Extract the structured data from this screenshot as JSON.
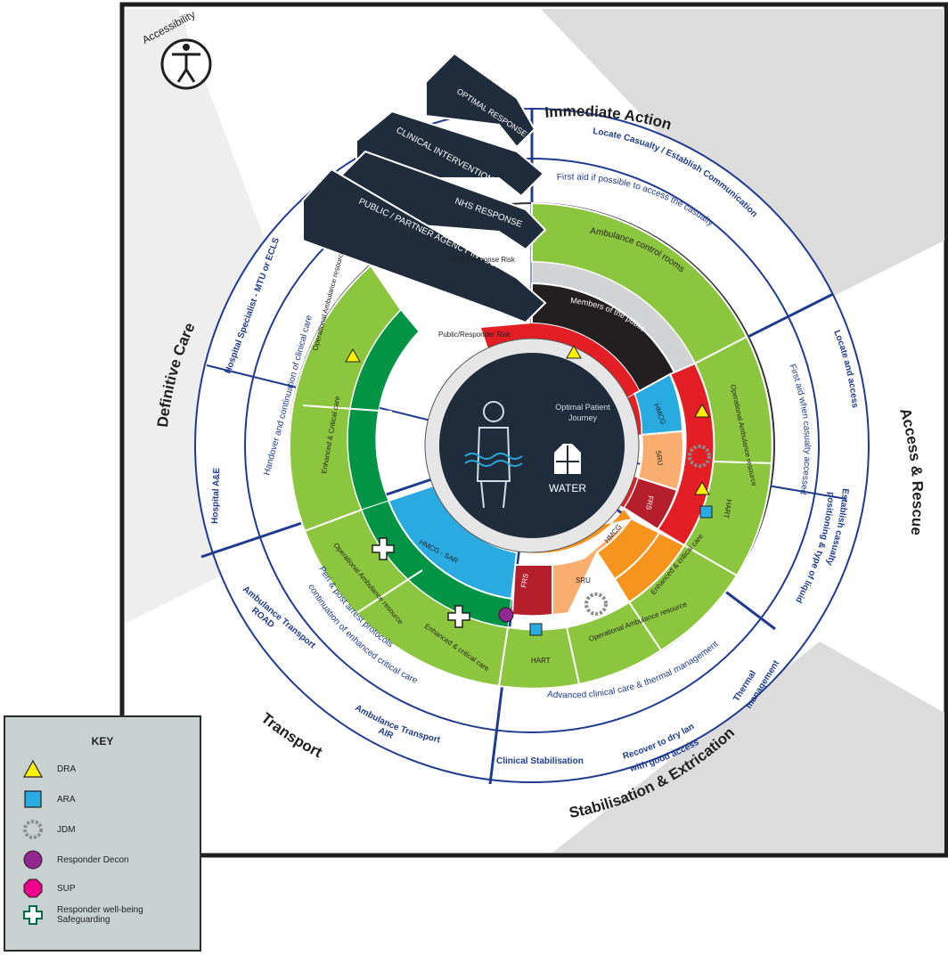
{
  "accessibility": {
    "label": "Accessibility"
  },
  "quadrants": {
    "immediate_action": "Immediate Action",
    "access_rescue": "Access & Rescue",
    "stabilisation_extrication": "Stabilisation & Extrication",
    "transport": "Transport",
    "definitive_care": "Definitive Care"
  },
  "outer_ring": {
    "locate_casualty": "Locate Casualty / Establish Communication",
    "locate_access": "Locate and access",
    "establish_casualty": "Establish casualty",
    "establish_casualty_2": "positioning & type of liquid",
    "thermal_management": "Thermal",
    "thermal_management_2": "management",
    "recover_dry_land": "Recover to dry land",
    "recover_dry_land_2": "with good access",
    "clinical_stabilisation": "Clinical Stabilisation",
    "ambulance_air": "Ambulance Transport",
    "ambulance_air_2": "AIR",
    "ambulance_road": "Ambulance Transport",
    "ambulance_road_2": "ROAD",
    "hospital_ae": "Hospital A&E",
    "hospital_specialist": "Hospital Specialist - MTU or ECLS"
  },
  "middle_ring": {
    "first_aid_possible": "First aid if possible to access the casualty",
    "first_aid_accessed": "First aid when casualty accessed",
    "advanced_clinical": "Advanced clinical care & thermal management",
    "peri_post_arrest": "Peri & post arrest protocols",
    "continuation_enhanced": "continuation of enhanced critical care",
    "handover": "Handover and continuation of clinical care"
  },
  "inner_ring": {
    "ambulance_control": "Ambulance control rooms",
    "members_public": "Members of the public",
    "hmcg": "HMCG",
    "sru": "SRU",
    "fire": "FRS",
    "operational_ambulance": "Operational Ambulance resource",
    "hart": "HART",
    "hmcg_sar": "HMCG - SAR",
    "enhanced_critical": "Enhanced & critical care",
    "enhanced_critical_2": "Enhanced & Critical care"
  },
  "banners": {
    "optimal_response": "OPTIMAL RESPONSE",
    "clinical_interventions": "CLINICAL INTERVENTIONS",
    "nhs_response": "NHS RESPONSE",
    "public_partner": "PUBLIC / PARTNER AGENCY INVOLVEMENT",
    "nhs_risk": "NHS Response Risk",
    "public_risk": "Public/Responder Risk"
  },
  "hub": {
    "title_1": "Optimal Patient",
    "title_2": "Journey",
    "label": "WATER"
  },
  "key": {
    "title": "KEY",
    "items": [
      {
        "symbol": "triangle-icon",
        "label": "DRA"
      },
      {
        "symbol": "square-icon",
        "label": "ARA"
      },
      {
        "symbol": "ring-icon",
        "label": "JDM"
      },
      {
        "symbol": "circle-icon",
        "label": "Responder Decon"
      },
      {
        "symbol": "hexagon-icon",
        "label": "SUP"
      },
      {
        "symbol": "cross-icon",
        "label": "Responder well-being",
        "label2": "Safeguarding"
      }
    ]
  },
  "colors": {
    "navy": "#1f2c3b",
    "green": "#8cc63f",
    "dark_green": "#009444",
    "red": "#e31e24",
    "dark_red": "#b51f2c",
    "orange": "#f7941d",
    "light_orange": "#f9ad6f",
    "blue": "#29abe2",
    "blue_text": "#1f3b8f",
    "black": "#231f20",
    "yellow": "#fff200",
    "purple": "#92278f",
    "pink": "#ec008c"
  }
}
